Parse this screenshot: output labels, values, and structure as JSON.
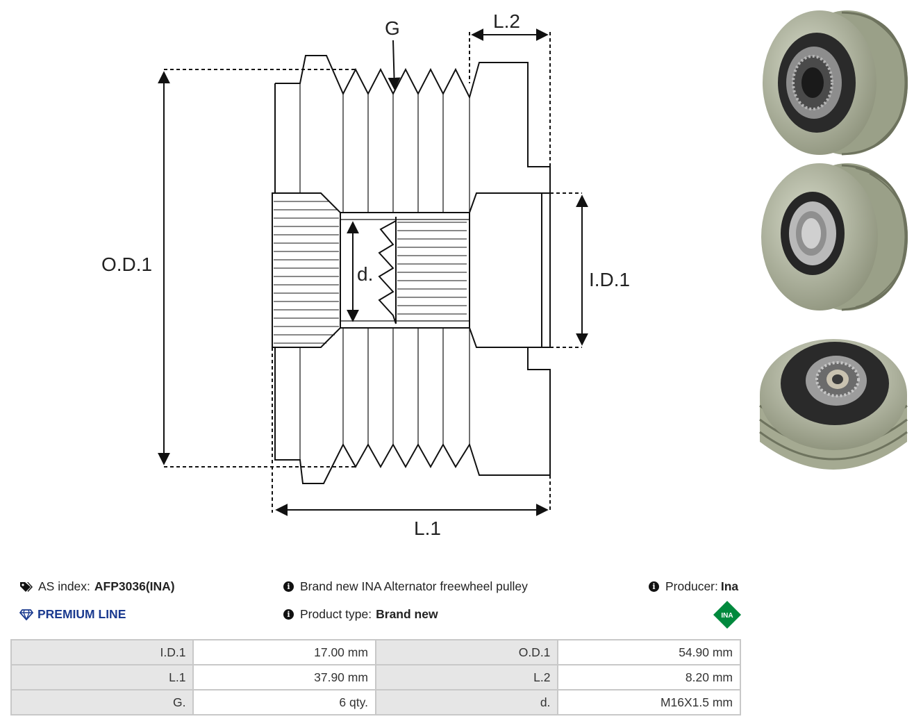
{
  "drawing": {
    "labels": {
      "g": "G",
      "l2": "L.2",
      "od1": "O.D.1",
      "d": "d.",
      "id1": "I.D.1",
      "l1": "L.1"
    }
  },
  "photos": [
    {
      "name": "pulley-photo-front-splined",
      "icon": "pulley-photo-icon"
    },
    {
      "name": "pulley-photo-back-bearing",
      "icon": "pulley-photo-icon"
    },
    {
      "name": "pulley-photo-front-threaded",
      "icon": "pulley-photo-icon"
    }
  ],
  "info": {
    "as_index_label": "AS index:",
    "as_index_value": "AFP3036(INA)",
    "premium": "PREMIUM LINE",
    "description": "Brand new INA Alternator freewheel pulley",
    "product_type_label": "Product type:",
    "product_type_value": "Brand new",
    "producer_label": "Producer:",
    "producer_value": "Ina",
    "logo_text": "INA",
    "logo_color": "#00893d",
    "premium_color": "#1a3a8f"
  },
  "specs": {
    "rows": [
      {
        "label1": "I.D.1",
        "value1": "17.00 mm",
        "label2": "O.D.1",
        "value2": "54.90 mm"
      },
      {
        "label1": "L.1",
        "value1": "37.90 mm",
        "label2": "L.2",
        "value2": "8.20 mm"
      },
      {
        "label1": "G.",
        "value1": "6 qty.",
        "label2": "d.",
        "value2": "M16X1.5 mm"
      }
    ]
  }
}
